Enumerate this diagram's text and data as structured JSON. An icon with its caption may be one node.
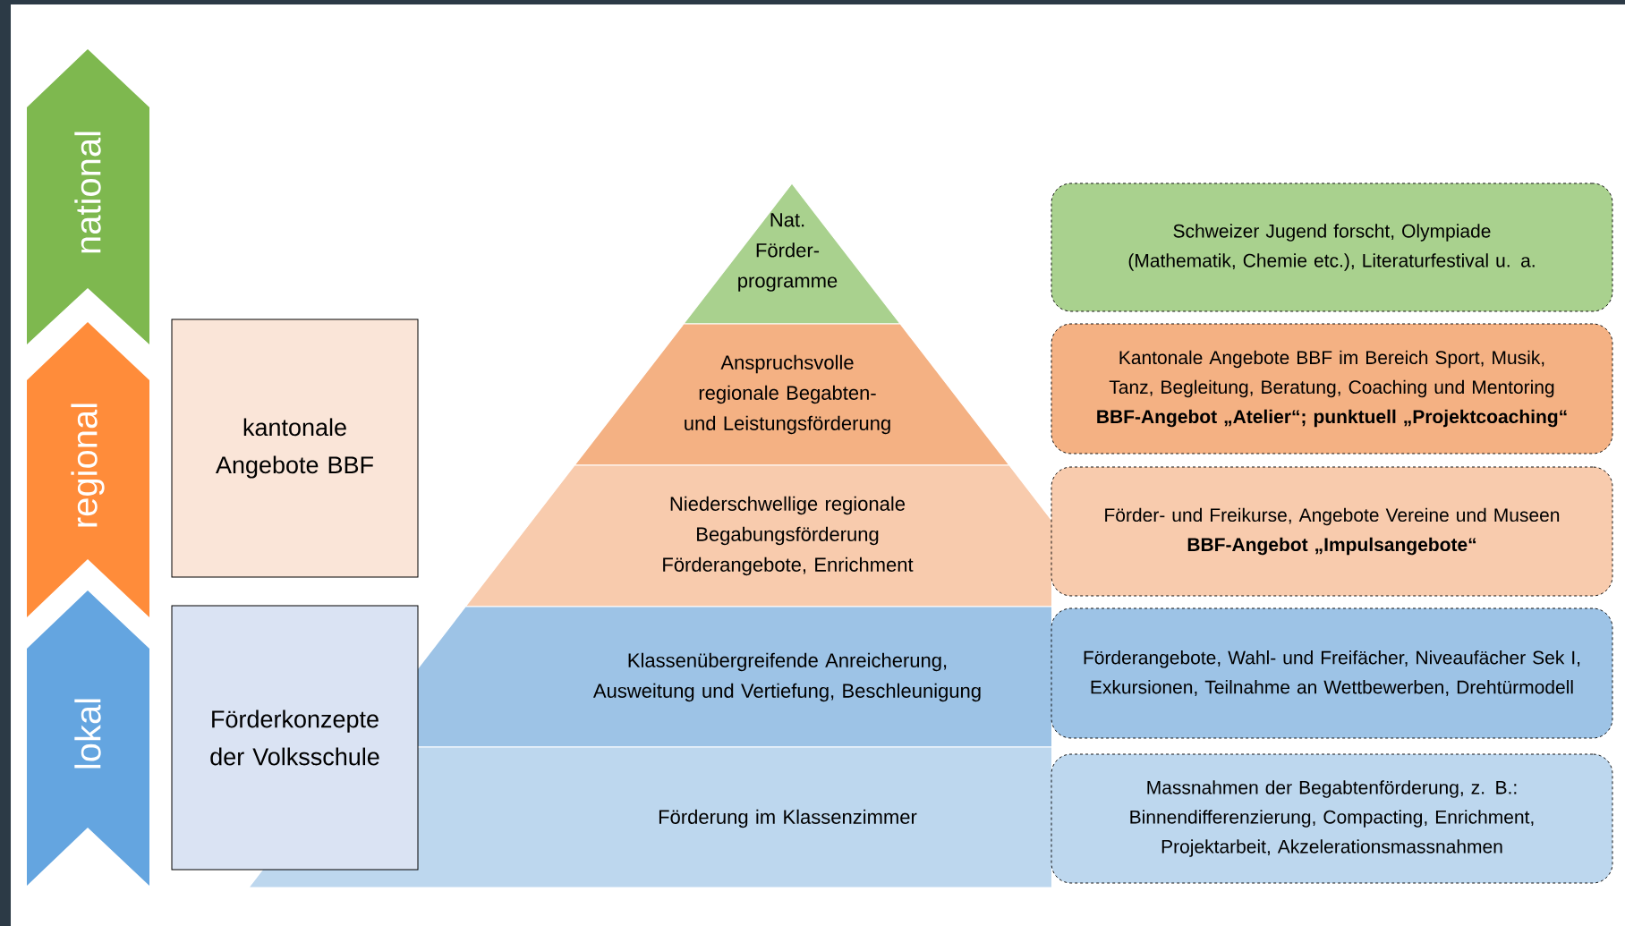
{
  "diagram": {
    "nodes": [
      {
        "text": [
          "national"
        ]
      },
      {
        "text": [
          "regional"
        ]
      },
      {
        "text": [
          "lokal"
        ]
      },
      {
        "text": [
          "kantonale Angebote BBF"
        ]
      },
      {
        "text": [
          "Förderkonzepte der Volksschule"
        ]
      },
      {
        "text": [
          "Nat. Förder- programme"
        ]
      },
      {
        "text": [
          "Anspruchsvolle regionale Begabten- und Leistungsförderung"
        ]
      },
      {
        "text": [
          "Niederschwellige regionale Begabungsförderung Förderangebote, Enrichment"
        ]
      },
      {
        "text": [
          "Klassenübergreifende Anreicherung, Ausweitung und Vertiefung, Beschleunigung"
        ]
      },
      {
        "text": [
          "Förderung im Klassenzimmer"
        ]
      },
      {
        "text": [
          "Schweizer Jugend forscht, Olympiade (Mathematik, Chemie etc.), Literaturfestival u. a."
        ]
      },
      {
        "text": [
          "Kantonale Angebote BBF im Bereich Sport, Musik, Tanz, Begleitung, Beratung, Coaching und Mentoring",
          "BBF-Angebot „Atelier“; punktuell „Projektcoaching“"
        ]
      },
      {
        "text": [
          "Förder- und Freikurse, Angebote Vereine und Museen",
          "BBF-Angebot „Impulsangebote“"
        ]
      },
      {
        "text": [
          "Förderangebote, Wahl- und Freifächer, Niveaufächer Sek I, Exkursionen, Teilnahme an Wettbewerben, Drehtürmodell"
        ]
      },
      {
        "text": [
          "Massnahmen der Begabtenförderung, z. B.: Binnendifferenzierung, Compacting, Enrichment, Projektarbeit, Akzelerationsmassnahmen"
        ]
      }
    ]
  }
}
